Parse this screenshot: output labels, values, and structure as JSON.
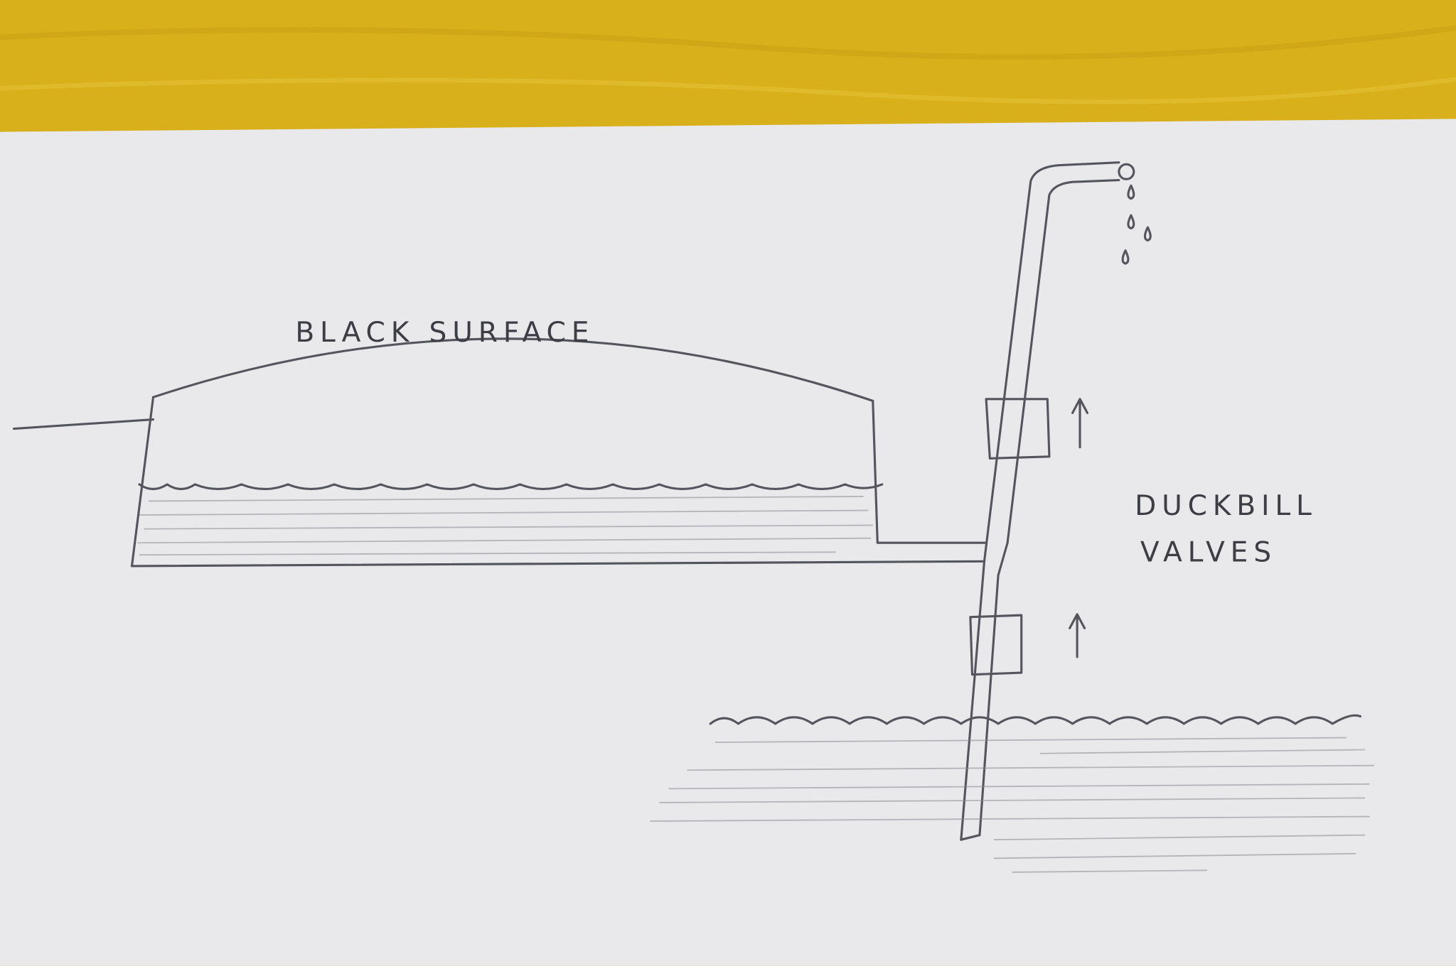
{
  "diagram": {
    "labels": {
      "tank_top": "BLACK SURFACE",
      "valves_line1": "DUCKBILL",
      "valves_line2": "VALVES"
    },
    "colors": {
      "table": "#d9b21a",
      "paper": "#e9e9ec",
      "pencil": "#55565c"
    }
  }
}
